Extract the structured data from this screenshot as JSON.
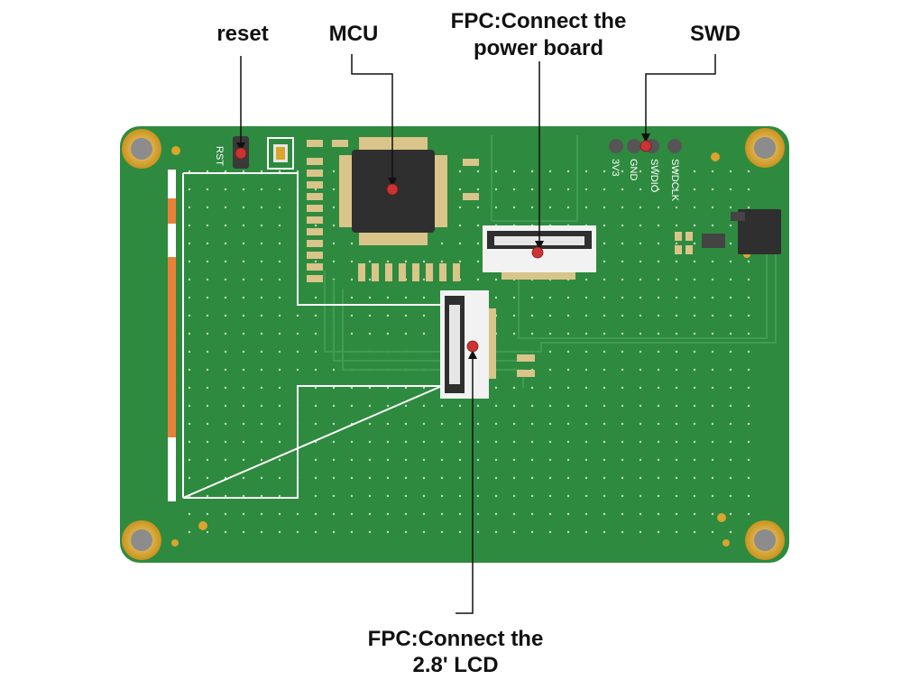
{
  "callouts": {
    "reset": "reset",
    "mcu": "MCU",
    "fpc_power_line1": "FPC:Connect the",
    "fpc_power_line2": "power board",
    "swd": "SWD",
    "fpc_lcd_line1": "FPC:Connect the",
    "fpc_lcd_line2": "2.8' LCD"
  },
  "silkscreen": {
    "rst": "RST",
    "pin_3v3": "3V3",
    "pin_gnd": "GND",
    "pin_swdio": "SWDIO",
    "pin_swdclk": "SWDCLK"
  },
  "colors": {
    "pcb": "#2e8a3f",
    "pcb_dark": "#247533",
    "silkscreen": "#ffffff",
    "gold": "#d9a52b",
    "marker": "#cc3333",
    "leader": "#111111",
    "lcd_strip": "#e8803a"
  },
  "icons": {
    "marker": "red-dot-marker",
    "mounting_hole": "gold-ring-hole"
  }
}
